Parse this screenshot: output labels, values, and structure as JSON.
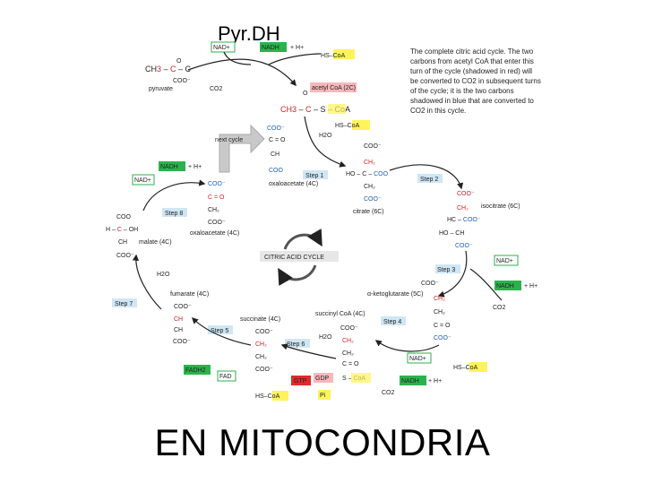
{
  "title_top": "Pyr.DH",
  "main_title": "EN MITOCONDRIA",
  "caption": [
    "The complete citric acid cycle. The two",
    "carbons from acetyl CoA that enter this",
    "turn of the cycle (shadowed in red) will",
    "be converted to CO2 in subsequent turns",
    "of the cycle; it is the two carbons",
    "shadowed in blue that are converted to",
    "CO2 in this cycle."
  ],
  "cycle_label": "CITRIC ACID CYCLE",
  "next_cycle": "next cycle",
  "steps": {
    "s1": "Step 1",
    "s2": "Step 2",
    "s3": "Step 3",
    "s4": "Step 4",
    "s5": "Step 5",
    "s6": "Step 6",
    "s7": "Step 7",
    "s8": "Step 8"
  },
  "cofactors": {
    "nad": "NAD+",
    "nadh": "NADH",
    "hplus": "+ H+",
    "fad": "FAD",
    "fadh2": "FADH2",
    "gtp": "GTP",
    "gdp": "GDP",
    "pi": "Pi",
    "h2o": "H2O",
    "co2": "CO2",
    "hs_coa": "HS–CoA",
    "acetyl_coa": "acetyl CoA"
  },
  "compounds": {
    "pyruvate": "pyruvate",
    "acetyl_coa_2c": "acetyl CoA (2C)",
    "oxaloacetate_top": "oxaloacetate (4C)",
    "citrate": "citrate (6C)",
    "isocitrate": "isocitrate (6C)",
    "ketoglutarate": "α-ketoglutarate (5C)",
    "succinyl_coa": "succinyl CoA (4C)",
    "succinate": "succinate (4C)",
    "fumarate": "fumarate (4C)",
    "malate": "malate (4C)",
    "oxaloacetate_left": "oxaloacetate (4C)"
  },
  "colors": {
    "green": "#2bb24c",
    "yellow": "#fff35a",
    "red": "#e8262b",
    "blue_text": "#1f5fb5",
    "red_text": "#d2232a"
  }
}
